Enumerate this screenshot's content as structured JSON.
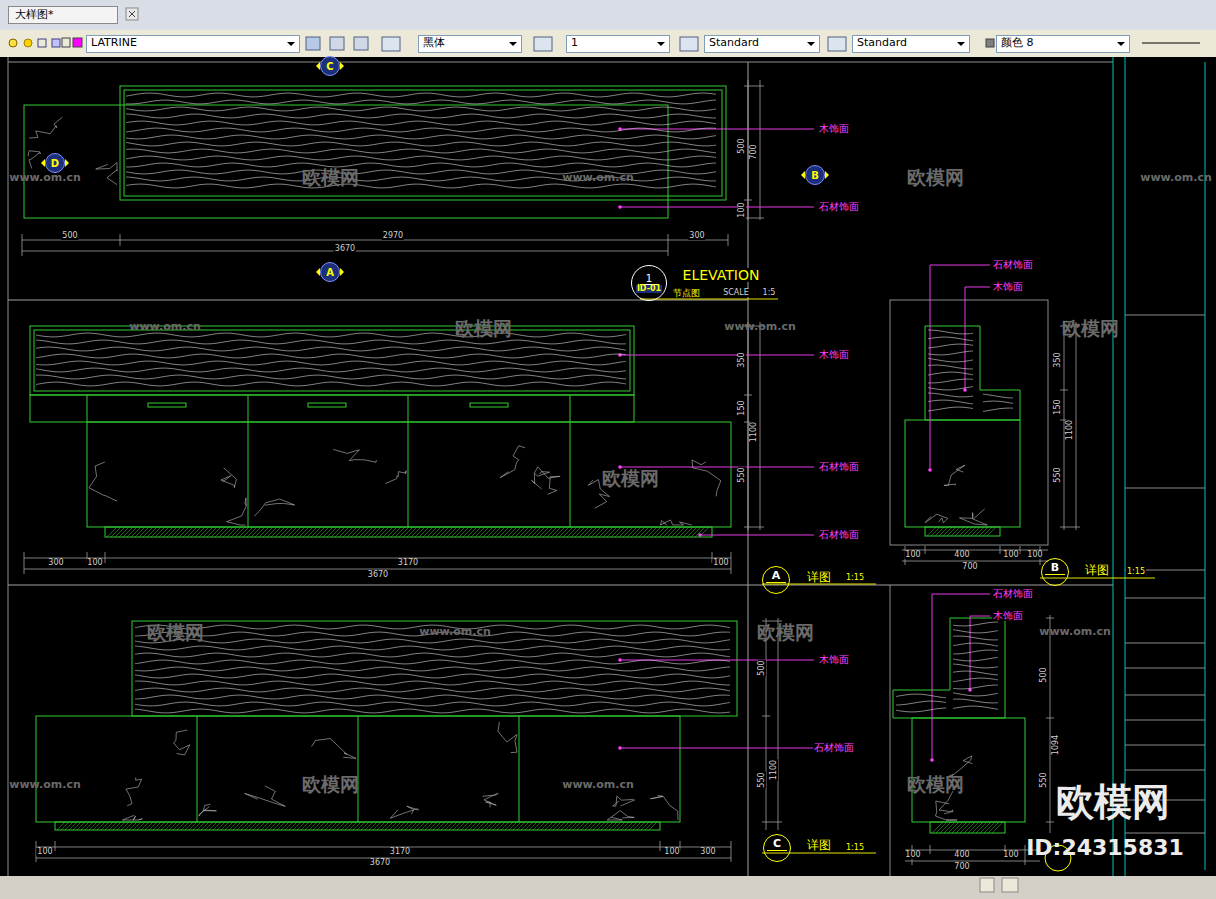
{
  "diagram": {
    "nodes": [
      {
        "text": [
          "大样图*"
        ]
      },
      {
        "text": [
          "LATRINE"
        ]
      },
      {
        "text": [
          "黑体"
        ]
      },
      {
        "text": [
          "1"
        ]
      },
      {
        "text": [
          "Standard"
        ]
      },
      {
        "text": [
          "Standard"
        ]
      },
      {
        "text": [
          "颜色 8"
        ]
      },
      {
        "text": [
          "C"
        ]
      },
      {
        "text": [
          "D"
        ]
      },
      {
        "text": [
          "B"
        ]
      },
      {
        "text": [
          "A"
        ]
      },
      {
        "text": [
          "1",
          "ID-01"
        ]
      },
      {
        "text": [
          "A"
        ]
      },
      {
        "text": [
          "B"
        ]
      },
      {
        "text": [
          "C"
        ]
      }
    ],
    "labels": [
      "500",
      "2970",
      "300",
      "3670",
      "500",
      "700",
      "100",
      "木饰面",
      "石材饰面",
      "ELEVATION",
      "节点图",
      "SCALE",
      "1:5",
      "木饰面",
      "石材饰面",
      "石材饰面",
      "350",
      "150",
      "1100",
      "550",
      "300",
      "100",
      "3170",
      "100",
      "3670",
      "详图",
      "1:15",
      "石材饰面",
      "木饰面",
      "350",
      "150",
      "550",
      "1100",
      "100",
      "400",
      "100",
      "100",
      "700",
      "详图",
      "1:15",
      "木饰面",
      "石材饰面",
      "500",
      "1100",
      "550",
      "100",
      "3170",
      "100",
      "300",
      "3670",
      "详图",
      "1:15",
      "石材饰面",
      "木饰面",
      "500",
      "1094",
      "550",
      "100",
      "400",
      "100",
      "700",
      "欧模网",
      "欧模网",
      "欧模网",
      "欧模网",
      "欧模网",
      "欧模网",
      "欧模网",
      "欧模网",
      "欧模网",
      "www.om.cn",
      "www.om.cn",
      "www.om.cn",
      "www.om.cn",
      "www.om.cn",
      "www.om.cn",
      "www.om.cn",
      "www.om.cn",
      "www.om.cn",
      "欧模网",
      "ID:24315831"
    ]
  }
}
